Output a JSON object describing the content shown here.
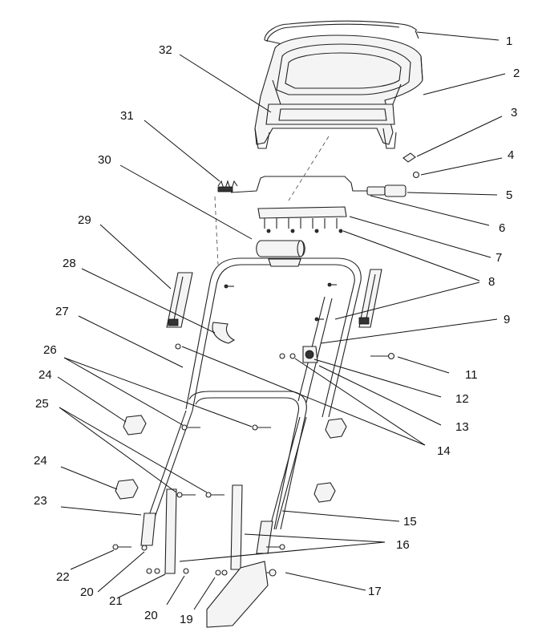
{
  "diagram": {
    "callouts": [
      "1",
      "2",
      "3",
      "4",
      "5",
      "6",
      "7",
      "8",
      "9",
      "11",
      "12",
      "13",
      "14",
      "15",
      "16",
      "17",
      "19",
      "20",
      "20",
      "21",
      "22",
      "23",
      "24",
      "24",
      "25",
      "26",
      "27",
      "28",
      "29",
      "30",
      "31",
      "32"
    ]
  }
}
